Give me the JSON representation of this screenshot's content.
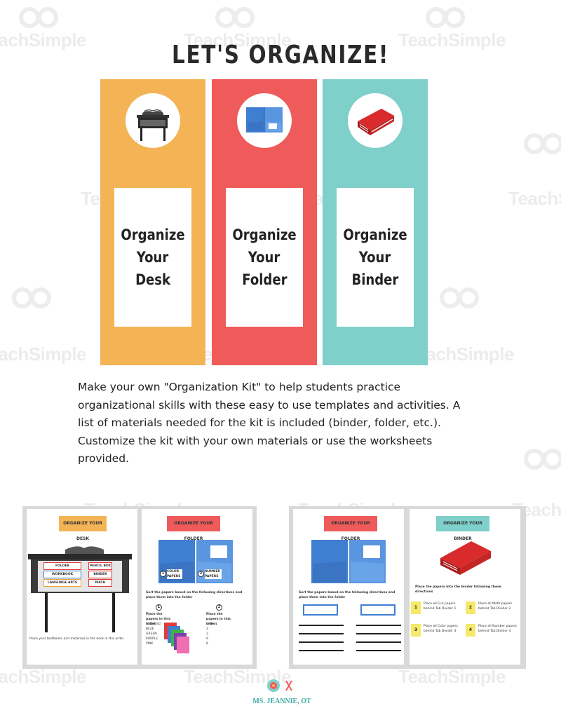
{
  "watermark": "TeachSimple",
  "title": "LET'S ORGANIZE!",
  "panels": [
    {
      "line1": "Organize",
      "line2": "Your",
      "line3": "Desk",
      "color": "#f4b455",
      "icon": "desk-icon"
    },
    {
      "line1": "Organize",
      "line2": "Your",
      "line3": "Folder",
      "color": "#ef5b5b",
      "icon": "folder-icon"
    },
    {
      "line1": "Organize",
      "line2": "Your",
      "line3": "Binder",
      "color": "#7fcfca",
      "icon": "binder-icon"
    }
  ],
  "description": "Make your own \"Organization Kit\" to help students practice organizational skills with these easy to use templates and activities. A list of materials needed for the kit is included (binder, folder, etc.). Customize the kit with your own materials or use the worksheets provided.",
  "preview1": {
    "left_title": "ORGANIZE YOUR DESK",
    "desk_labels": [
      "FOLDER",
      "PENCIL BOX",
      "WORKBOOK",
      "BINDER",
      "LANGUAGE ARTS",
      "MATH"
    ],
    "left_caption": "Place your textbooks and materials in the desk in this order",
    "right_title": "ORGANIZE YOUR FOLDER",
    "pocket1": "COLOR PAPERS",
    "pocket2": "NUMBER PAPERS",
    "right_instr": "Sort the papers based on the following directions and place them into the folder",
    "col1_num": "1",
    "col1_head": "Place the papers in this order:",
    "col1_items": [
      "RED(first)",
      "BLUE",
      "GREEN",
      "PURPLE",
      "PINK"
    ],
    "col2_num": "2",
    "col2_head": "Place the papers in this order:",
    "col2_items": [
      "5(first)",
      "3",
      "2",
      "9",
      "8"
    ]
  },
  "preview2": {
    "left_title": "ORGANIZE YOUR FOLDER",
    "left_instr": "Sort the papers based on the following directions and place them into the folder",
    "right_title": "ORGANIZE YOUR BINDER",
    "right_instr": "Place the papers into the binder following these directions",
    "tabs": [
      {
        "num": "1",
        "text": "Place all ELA papers behind Tab Divider 1"
      },
      {
        "num": "2",
        "text": "Place all Math papers behind Tab Divider 2"
      },
      {
        "num": "3",
        "text": "Place all Color papers behind Tab Divider 3"
      },
      {
        "num": "4",
        "text": "Place all Number papers behind Tab Divider 4"
      }
    ]
  },
  "logo_text": "MS. JEANNIE, OT"
}
